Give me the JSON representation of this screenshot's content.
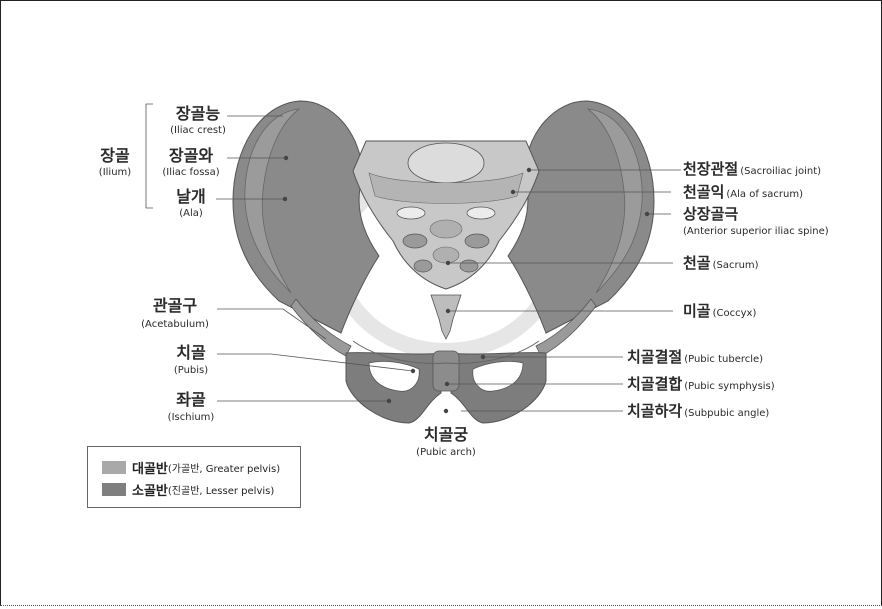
{
  "colors": {
    "greater_pelvis": "#a9a9a9",
    "lesser_pelvis": "#7f7f7f",
    "sacrum_light": "#c9c9c9",
    "outline": "#555555"
  },
  "labels": {
    "ilium": {
      "kr": "장골",
      "en": "(Ilium)"
    },
    "iliac_crest": {
      "kr": "장골능",
      "en": "(Iliac crest)"
    },
    "iliac_fossa": {
      "kr": "장골와",
      "en": "(Iliac fossa)"
    },
    "ala": {
      "kr": "날개",
      "en": "(Ala)"
    },
    "acetabulum": {
      "kr": "관골구",
      "en": "(Acetabulum)"
    },
    "pubis": {
      "kr": "치골",
      "en": "(Pubis)"
    },
    "ischium": {
      "kr": "좌골",
      "en": "(Ischium)"
    },
    "pubic_arch": {
      "kr": "치골궁",
      "en": "(Pubic arch)"
    },
    "sacroiliac_joint": {
      "kr": "천장관절",
      "en": "(Sacroiliac joint)"
    },
    "ala_of_sacrum": {
      "kr": "천골익",
      "en": "(Ala of sacrum)"
    },
    "asis": {
      "kr": "상장골극",
      "en": "(Anterior superior iliac spine)"
    },
    "sacrum": {
      "kr": "천골",
      "en": "(Sacrum)"
    },
    "coccyx": {
      "kr": "미골",
      "en": "(Coccyx)"
    },
    "pubic_tubercle": {
      "kr": "치골결절",
      "en": "(Pubic tubercle)"
    },
    "pubic_symphysis": {
      "kr": "치골결합",
      "en": "(Pubic symphysis)"
    },
    "subpubic_angle": {
      "kr": "치골하각",
      "en": "(Subpubic angle)"
    }
  },
  "legend": {
    "greater": {
      "kr": "대골반",
      "en": "(가골반, Greater pelvis)"
    },
    "lesser": {
      "kr": "소골반",
      "en": "(진골반, Lesser pelvis)"
    }
  }
}
